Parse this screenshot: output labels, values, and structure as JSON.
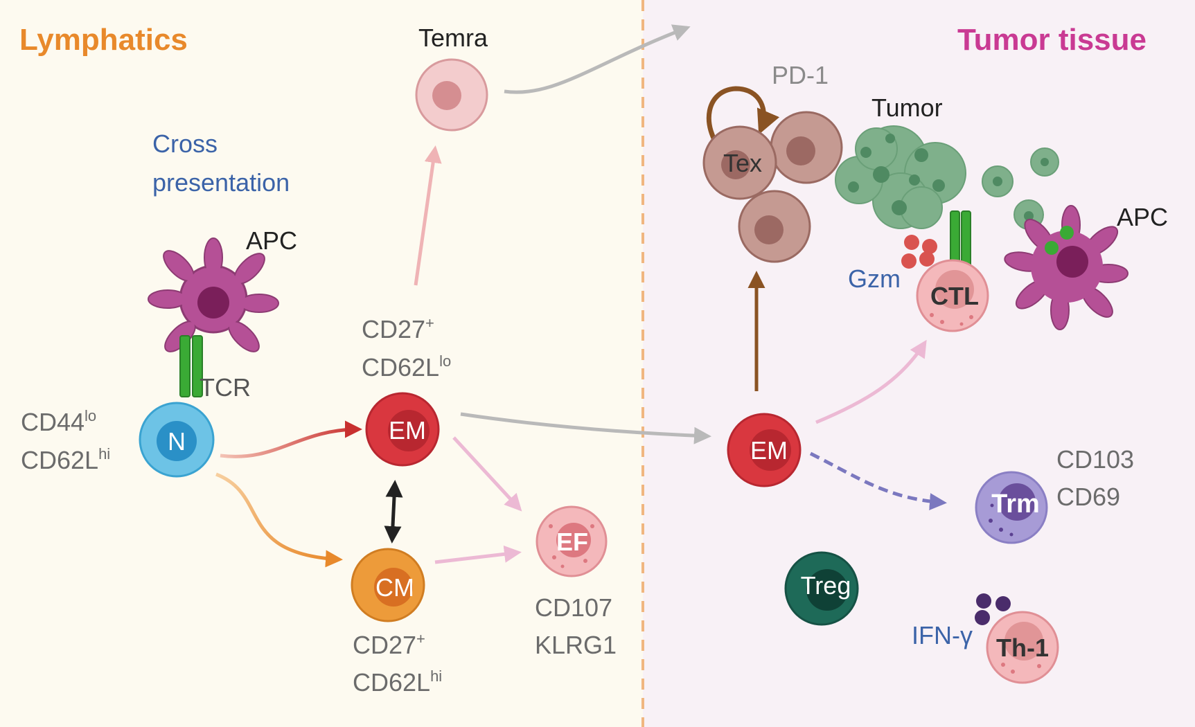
{
  "regions": {
    "lymphatics": {
      "title": "Lymphatics",
      "color": "#e8892b",
      "bg": "#fdfaf0"
    },
    "tumor": {
      "title": "Tumor tissue",
      "color": "#c93a93",
      "bg": "#f8f1f6"
    }
  },
  "labels": {
    "temra": "Temra",
    "cross_presentation_1": "Cross",
    "cross_presentation_2": "presentation",
    "apc_left": "APC",
    "tcr": "TCR",
    "naive_marker_1": "CD44",
    "naive_marker_1_sup": "lo",
    "naive_marker_2": "CD62L",
    "naive_marker_2_sup": "hi",
    "em_marker_1": "CD27",
    "em_marker_1_sup": "+",
    "em_marker_2": "CD62L",
    "em_marker_2_sup": "lo",
    "cm_marker_1": "CD27",
    "cm_marker_1_sup": "+",
    "cm_marker_2": "CD62L",
    "cm_marker_2_sup": "hi",
    "ef_marker_1": "CD107",
    "ef_marker_2": "KLRG1",
    "pd1": "PD-1",
    "tumor": "Tumor",
    "apc_right": "APC",
    "gzm": "Gzm",
    "trm_marker_1": "CD103",
    "trm_marker_2": "CD69",
    "ifng": "IFN-γ"
  },
  "cells": {
    "naive": {
      "label": "N",
      "color": "#6dc3e6"
    },
    "em_lymph": {
      "label": "EM",
      "color": "#d9373f"
    },
    "cm": {
      "label": "CM",
      "color": "#ed9b3a"
    },
    "ef": {
      "label": "EF",
      "color": "#f4b8bb"
    },
    "temra": {
      "label": "",
      "color": "#f3cccd"
    },
    "tex": {
      "label": "Tex",
      "color": "#c59a92"
    },
    "em_tumor": {
      "label": "EM",
      "color": "#d9373f"
    },
    "ctl": {
      "label": "CTL",
      "color": "#f4b8bb"
    },
    "trm": {
      "label": "Trm",
      "color": "#a79bd6"
    },
    "treg": {
      "label": "Treg",
      "color": "#1e6a58"
    },
    "th1": {
      "label": "Th-1",
      "color": "#f4b8bb"
    }
  },
  "colors": {
    "apc": "#b55096",
    "tcr": "#3aaa35",
    "tumor": "#7fb08b",
    "divider": "#f0b680",
    "blue_text": "#3b63a8",
    "gray_text": "#6b6b6b"
  }
}
